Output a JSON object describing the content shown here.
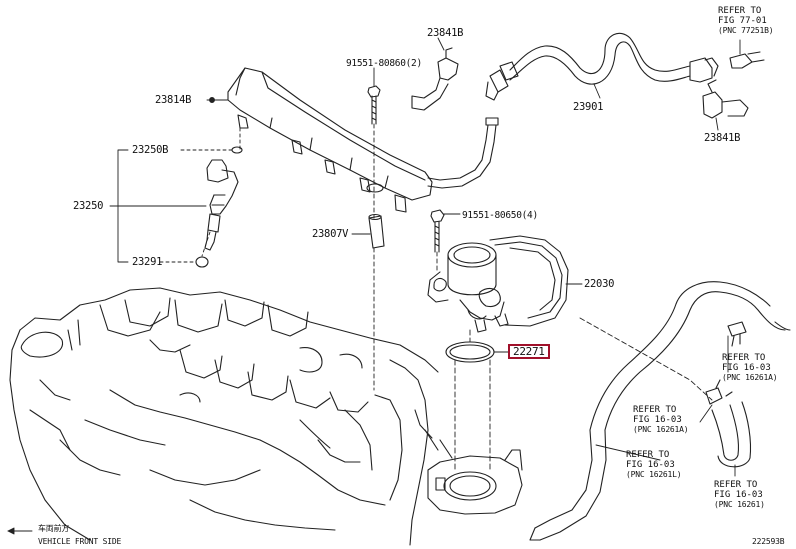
{
  "parts": {
    "p23841B_top": "23841B",
    "p91551_80860": "91551-80860(2)",
    "p23814B": "23814B",
    "p23250B": "23250B",
    "p23250": "23250",
    "p23291": "23291",
    "p23807V": "23807V",
    "p91551_80650": "91551-80650(4)",
    "p22030": "22030",
    "p22271": "22271",
    "p23901": "23901",
    "p23841B_right": "23841B"
  },
  "refs": {
    "r77_01": [
      "REFER TO",
      "FIG 77-01",
      "(PNC 77251B)"
    ],
    "r16_03_a": [
      "REFER TO",
      "FIG 16-03",
      "(PNC 16261A)"
    ],
    "r16_03_b": [
      "REFER TO",
      "FIG 16-03",
      "(PNC 16261A)"
    ],
    "r16_03_c": [
      "REFER TO",
      "FIG 16-03",
      "(PNC 16261L)"
    ],
    "r16_03_d": [
      "REFER TO",
      "FIG 16-03",
      "(PNC 16261)"
    ]
  },
  "footer": {
    "vehicle_cn": "车両前方",
    "vehicle_en": "VEHICLE FRONT SIDE",
    "figure_id": "222593B"
  },
  "colors": {
    "line": "#222222",
    "highlight_border": "#a0102a"
  }
}
